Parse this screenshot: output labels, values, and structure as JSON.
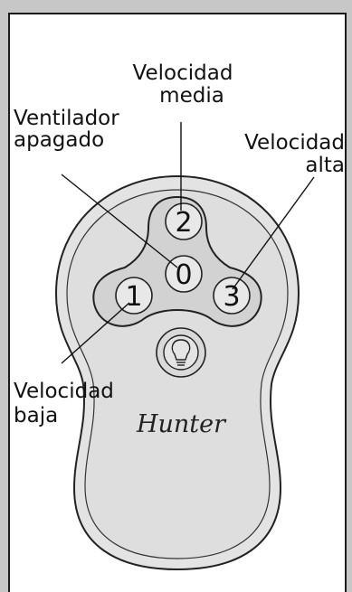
{
  "labels": {
    "fan_off": [
      "Ventilador",
      "apagado"
    ],
    "speed_medium": [
      "Velocidad",
      "media"
    ],
    "speed_high": [
      "Velocidad",
      "alta"
    ],
    "speed_low": [
      "Velocidad",
      "baja"
    ]
  },
  "buttons": {
    "off": "0",
    "low": "1",
    "medium": "2",
    "high": "3"
  },
  "brand": "Hunter",
  "icons": {
    "light": "light-bulb-icon"
  }
}
